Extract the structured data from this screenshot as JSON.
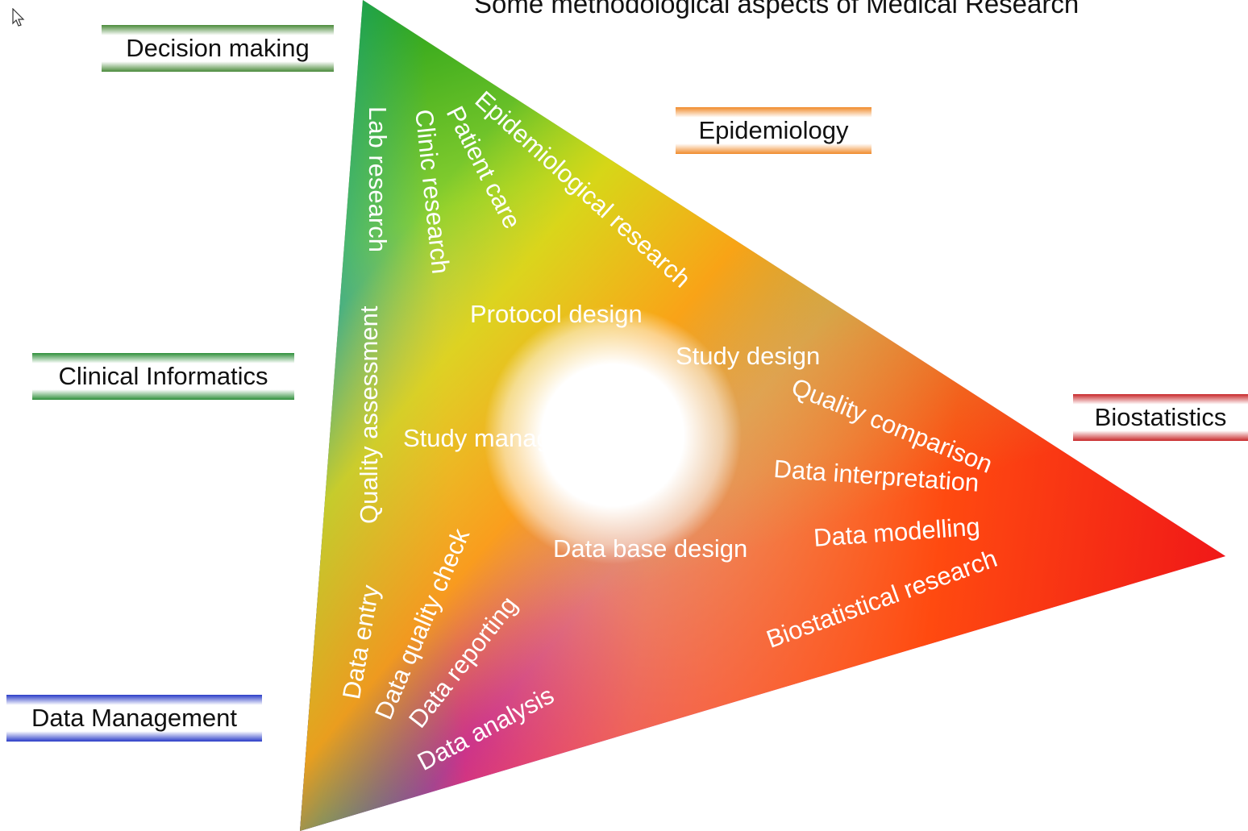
{
  "title": "Some methodological aspects of Medical Research",
  "corners": {
    "decision_making": "Decision making",
    "clinical_informatics": "Clinical Informatics",
    "data_management": "Data Management",
    "epidemiology": "Epidemiology",
    "biostatistics": "Biostatistics"
  },
  "labels": {
    "lab_research": "Lab research",
    "clinic_research": "Clinic research",
    "patient_care": "Patient care",
    "epidemiological_research": "Epidemiological research",
    "protocol_design": "Protocol design",
    "study_design": "Study design",
    "quality_comparison": "Quality comparison",
    "data_interpretation": "Data interpretation",
    "data_modelling": "Data modelling",
    "biostatistical_research": "Biostatistical research",
    "data_base_design": "Data base design",
    "study_management": "Study management",
    "quality_assessment": "Quality assessment",
    "data_entry": "Data entry",
    "data_quality_check": "Data quality check",
    "data_reporting": "Data reporting",
    "data_analysis": "Data analysis"
  },
  "colors": {
    "green_vertex": "#2aa020",
    "red_vertex": "#f01818",
    "blue_vertex": "#1010c0",
    "center": "#ffffff"
  },
  "icons": [
    "mouse-pointer-icon"
  ]
}
